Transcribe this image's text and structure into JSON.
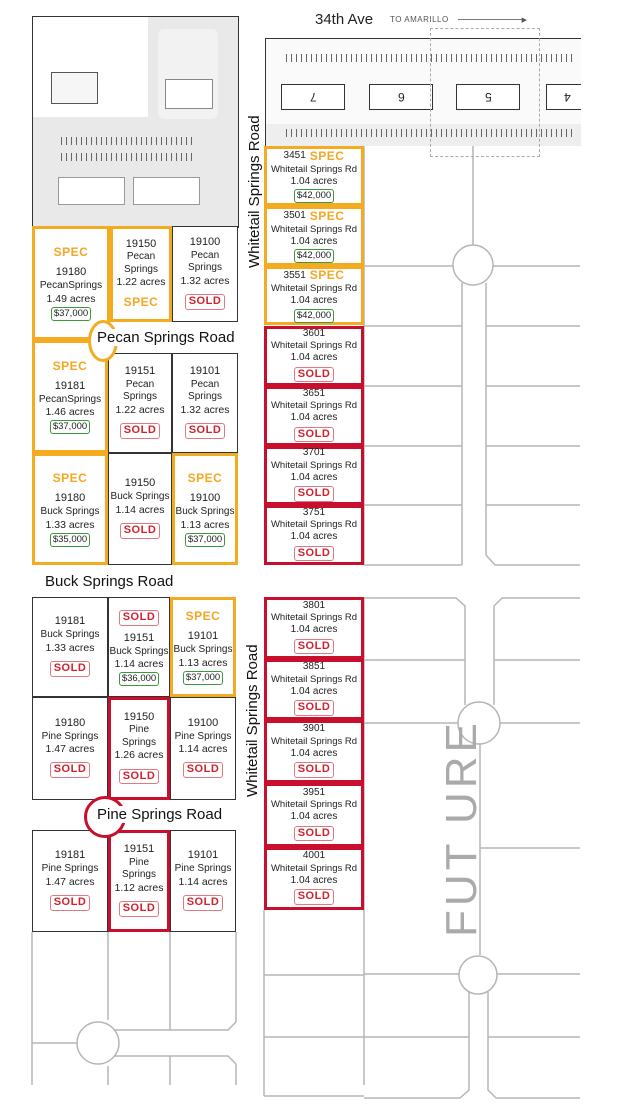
{
  "streets": {
    "ave": "34th Ave",
    "to_amarillo": "TO AMARILLO",
    "pecan": "Pecan Springs Road",
    "buck": "Buck Springs Road",
    "pine": "Pine Springs Road",
    "whitetail_upper": "Whitetail Springs Road",
    "whitetail_lower": "Whitetail Springs Road"
  },
  "future_label": "FUT URE",
  "buildings": [
    "7",
    "6",
    "5",
    "4"
  ],
  "colors": {
    "spec": "#f5a623",
    "sold": "#d0232f",
    "price_border": "#3a9a3a",
    "spec_border": "#f5ab20",
    "sold_border": "#c8102e"
  },
  "left_lots": [
    {
      "number": "19180",
      "street": "PecanSprings",
      "acres": "1.49 acres",
      "status": "SPEC",
      "price": "$37,000"
    },
    {
      "number": "19150",
      "street": "Pecan Springs",
      "acres": "1.22 acres",
      "status": "SPEC"
    },
    {
      "number": "19100",
      "street": "Pecan Springs",
      "acres": "1.32 acres",
      "status": "SOLD"
    },
    {
      "number": "19181",
      "street": "PecanSprings",
      "acres": "1.46 acres",
      "status": "SPEC",
      "price": "$37,000"
    },
    {
      "number": "19151",
      "street": "Pecan Springs",
      "acres": "1.22 acres",
      "status": "SOLD"
    },
    {
      "number": "19101",
      "street": "Pecan Springs",
      "acres": "1.32 acres",
      "status": "SOLD"
    },
    {
      "number": "19180",
      "street": "Buck Springs",
      "acres": "1.33 acres",
      "status": "SPEC",
      "price": "$35,000"
    },
    {
      "number": "19150",
      "street": "Buck Springs",
      "acres": "1.14 acres",
      "status": "SOLD"
    },
    {
      "number": "19100",
      "street": "Buck Springs",
      "acres": "1.13 acres",
      "status": "SPEC",
      "price": "$37,000"
    },
    {
      "number": "19181",
      "street": "Buck Springs",
      "acres": "1.33 acres",
      "status": "SOLD"
    },
    {
      "number": "19151",
      "street": "Buck Springs",
      "acres": "1.14 acres",
      "status": "SOLD",
      "price": "$36,000"
    },
    {
      "number": "19101",
      "street": "Buck Springs",
      "acres": "1.13 acres",
      "status": "SPEC",
      "price": "$37,000"
    },
    {
      "number": "19180",
      "street": "Pine Springs",
      "acres": "1.47 acres",
      "status": "SOLD"
    },
    {
      "number": "19150",
      "street": "Pine Springs",
      "acres": "1.26 acres",
      "status": "SOLD"
    },
    {
      "number": "19100",
      "street": "Pine Springs",
      "acres": "1.14 acres",
      "status": "SOLD"
    },
    {
      "number": "19181",
      "street": "Pine Springs",
      "acres": "1.47 acres",
      "status": "SOLD"
    },
    {
      "number": "19151",
      "street": "Pine Springs",
      "acres": "1.12 acres",
      "status": "SOLD"
    },
    {
      "number": "19101",
      "street": "Pine Springs",
      "acres": "1.14 acres",
      "status": "SOLD"
    }
  ],
  "right_lots": [
    {
      "number": "3451",
      "street": "Whitetail Springs Rd",
      "acres": "1.04 acres",
      "status": "SPEC",
      "price": "$42,000"
    },
    {
      "number": "3501",
      "street": "Whitetail Springs Rd",
      "acres": "1.04 acres",
      "status": "SPEC",
      "price": "$42,000"
    },
    {
      "number": "3551",
      "street": "Whitetail Springs Rd",
      "acres": "1.04 acres",
      "status": "SPEC",
      "price": "$42,000"
    },
    {
      "number": "3601",
      "street": "Whitetail Springs Rd",
      "acres": "1.04 acres",
      "status": "SOLD"
    },
    {
      "number": "3651",
      "street": "Whitetail Springs Rd",
      "acres": "1.04 acres",
      "status": "SOLD"
    },
    {
      "number": "3701",
      "street": "Whitetail Springs Rd",
      "acres": "1.04 acres",
      "status": "SOLD"
    },
    {
      "number": "3751",
      "street": "Whitetail Springs Rd",
      "acres": "1.04 acres",
      "status": "SOLD"
    },
    {
      "number": "3801",
      "street": "Whitetail Springs Rd",
      "acres": "1.04 acres",
      "status": "SOLD"
    },
    {
      "number": "3851",
      "street": "Whitetail Springs Rd",
      "acres": "1.04 acres",
      "status": "SOLD"
    },
    {
      "number": "3901",
      "street": "Whitetail Springs Rd",
      "acres": "1.04 acres",
      "status": "SOLD"
    },
    {
      "number": "3951",
      "street": "Whitetail Springs Rd",
      "acres": "1.04 acres",
      "status": "SOLD"
    },
    {
      "number": "4001",
      "street": "Whitetail Springs Rd",
      "acres": "1.04 acres",
      "status": "SOLD"
    }
  ]
}
